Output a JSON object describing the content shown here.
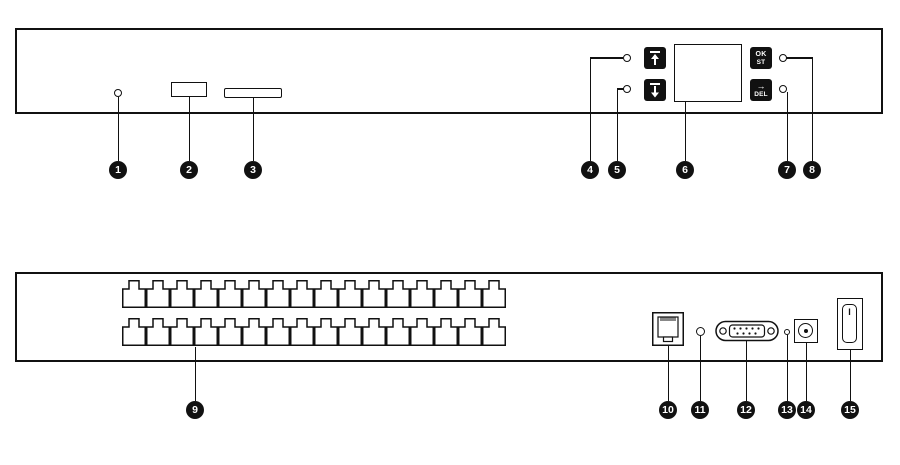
{
  "callout_numbers": [
    "1",
    "2",
    "3",
    "4",
    "5",
    "6",
    "7",
    "8",
    "9",
    "10",
    "11",
    "12",
    "13",
    "14",
    "15"
  ],
  "front_panel": {
    "buttons": {
      "ok_st": {
        "line1": "OK",
        "line2": "ST"
      },
      "del": {
        "line1": "→",
        "line2": "DEL"
      }
    }
  },
  "rear_panel": {
    "port_rows": 2,
    "ports_per_row": 16,
    "power_switch": {
      "on_label": "I"
    }
  },
  "colors": {
    "line": "#111111",
    "background": "#ffffff"
  }
}
